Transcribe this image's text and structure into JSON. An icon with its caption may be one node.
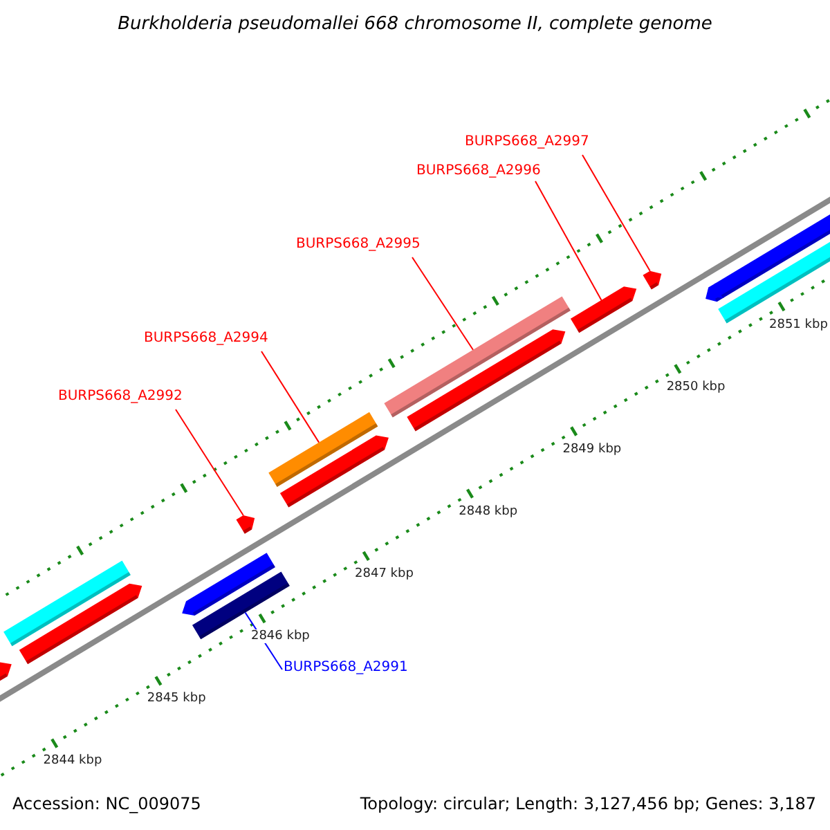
{
  "diagram": {
    "title": "Burkholderia pseudomallei 668 chromosome II, complete genome",
    "nodes": [
      {
        "text": [
          "BURPS668_A2997"
        ]
      },
      {
        "text": [
          "BURPS668_A2996"
        ]
      },
      {
        "text": [
          "BURPS668_A2995"
        ]
      },
      {
        "text": [
          "BURPS668_A2994"
        ]
      },
      {
        "text": [
          "BURPS668_A2992"
        ]
      },
      {
        "text": [
          "BURPS668_A2991"
        ]
      },
      {
        "text": [],
        "shape": "arrow"
      },
      {
        "text": [],
        "shape": "bar"
      },
      {
        "text": [],
        "shape": "arrow"
      },
      {
        "text": [],
        "shape": "arrow"
      },
      {
        "text": [],
        "shape": "bar"
      },
      {
        "text": [],
        "shape": "arrow"
      },
      {
        "text": [],
        "shape": "bar"
      },
      {
        "text": [],
        "shape": "arrow"
      },
      {
        "text": [],
        "shape": "bar"
      },
      {
        "text": [],
        "shape": "arrow"
      },
      {
        "text": [],
        "shape": "arrow"
      },
      {
        "text": [],
        "shape": "arrow"
      },
      {
        "text": [],
        "shape": "arrow"
      },
      {
        "text": [],
        "shape": "arrow"
      },
      {
        "text": [],
        "shape": "bar"
      }
    ],
    "edges": [
      {
        "from": 0,
        "to": 17,
        "arrow": "none"
      },
      {
        "from": 1,
        "to": 16,
        "arrow": "none"
      },
      {
        "from": 2,
        "to": 14,
        "arrow": "none"
      },
      {
        "from": 3,
        "to": 12,
        "arrow": "none"
      },
      {
        "from": 4,
        "to": 11,
        "arrow": "none"
      },
      {
        "from": 5,
        "to": 10,
        "arrow": "none",
        "color": "#0000ff"
      }
    ],
    "labels": [
      "2851 kbp",
      "2850 kbp",
      "2849 kbp",
      "2848 kbp",
      "2847 kbp",
      "2846 kbp",
      "2845 kbp",
      "2844 kbp",
      "Accession: NC_009075",
      "Topology: circular; Length: 3,127,456 bp; Genes: 3,187"
    ]
  }
}
